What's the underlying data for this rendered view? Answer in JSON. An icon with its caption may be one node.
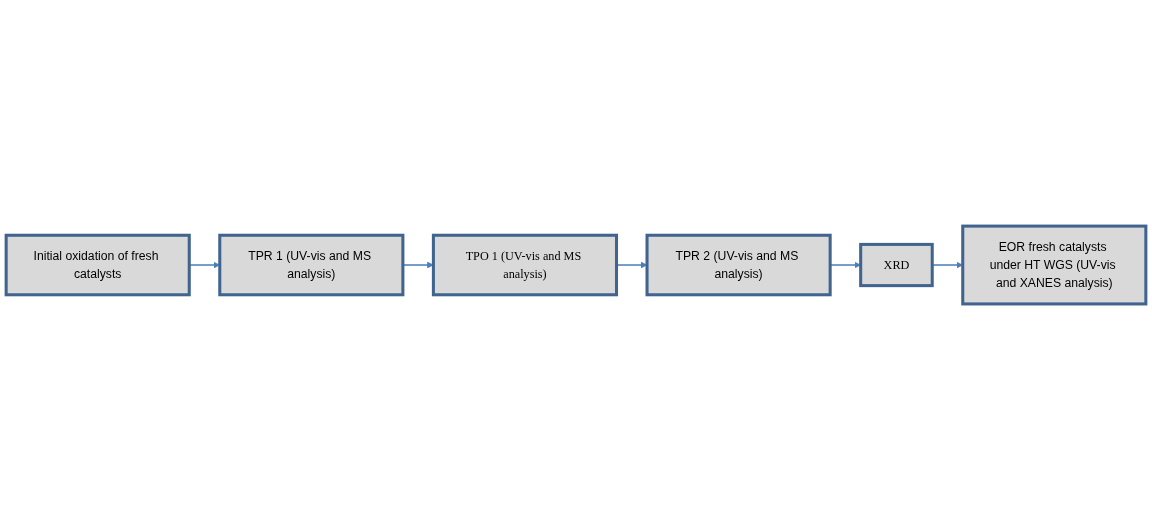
{
  "diagram": {
    "nodes": [
      {
        "text": [
          "Initial oxidation of fresh catalysts"
        ]
      },
      {
        "text": [
          "TPR 1 (UV-vis and MS analysis)"
        ]
      },
      {
        "text": [
          "TPO 1 (UV-vis and MS analysis)"
        ]
      },
      {
        "text": [
          "TPR 2 (UV-vis and MS analysis)"
        ]
      },
      {
        "text": [
          "XRD"
        ]
      },
      {
        "text": [
          "EOR fresh catalysts under HT WGS (UV-vis and XANES analysis)"
        ]
      }
    ],
    "edges": [
      {
        "from": 0,
        "to": 1,
        "arrow": "to"
      },
      {
        "from": 1,
        "to": 2,
        "arrow": "to"
      },
      {
        "from": 2,
        "to": 3,
        "arrow": "to"
      },
      {
        "from": 3,
        "to": 4,
        "arrow": "to"
      },
      {
        "from": 4,
        "to": 5,
        "arrow": "to"
      }
    ]
  }
}
